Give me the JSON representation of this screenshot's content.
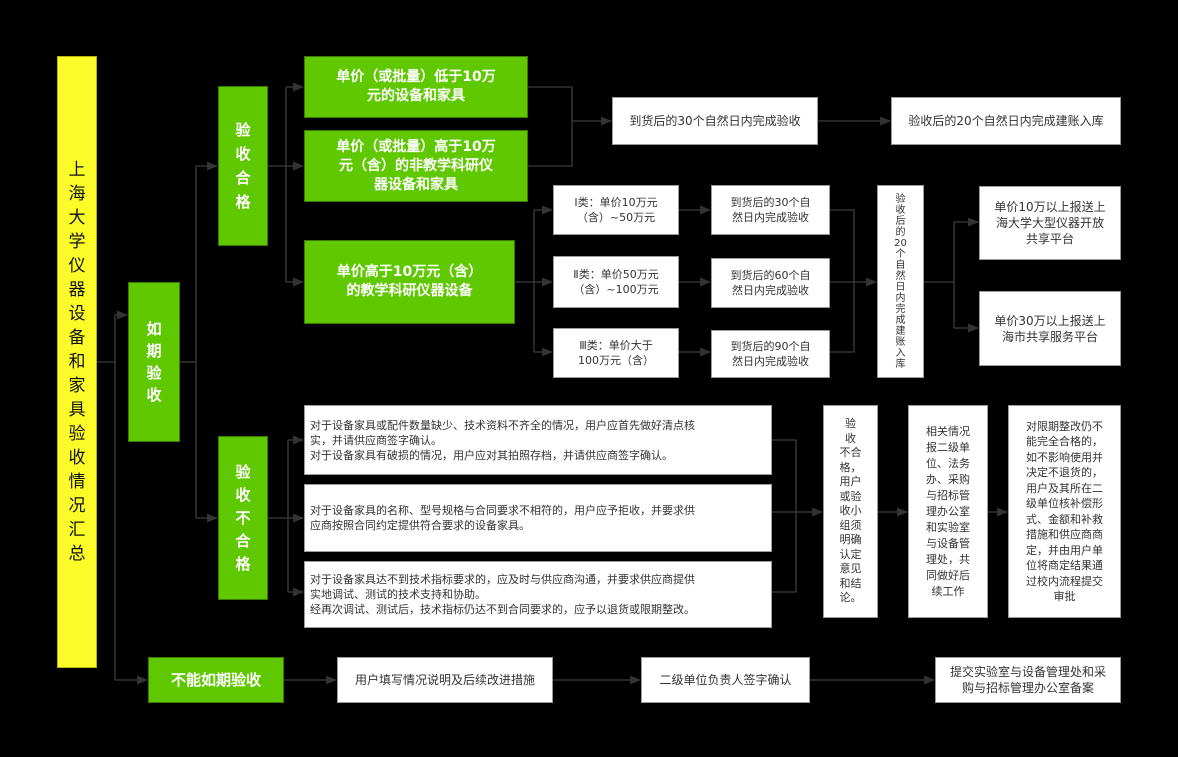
{
  "root": "上\n海\n大\n学\n仪\n器\n设\n备\n和\n家\n具\n验\n收\n情\n况\n汇\n总",
  "on_time": "如\n期\n验\n收",
  "pass": "验\n收\n合\n格",
  "fail": "验\n收\n不\n合\n格",
  "not_on_time": "不能如期验收",
  "cat1": "单价（或批量）低于10万\n元的设备和家具",
  "cat2": "单价（或批量）高于10万\n元（含）的非教学科研仪\n器设备和家具",
  "cat3": "单价高于10万元（含）\n的教学科研仪器设备",
  "accept30": "到货后的30个自然日内完成验收",
  "account20": "验收后的20个自然日内完成建账入库",
  "class1": "Ⅰ类：单价10万元\n（含）~50万元",
  "class2": "Ⅱ类：单价50万元\n（含）~100万元",
  "class3": "Ⅲ类：单价大于\n100万元（含）",
  "d30": "到货后的30个自\n然日内完成验收",
  "d60": "到货后的60个自\n然日内完成验收",
  "d90": "到货后的90个自\n然日内完成验收",
  "after20": "验\n收\n后\n的\n20\n个\n自\n然\n日\n内\n完\n成\n建\n账\n入\n库",
  "share10": "单价10万以上报送上\n海大学大型仪器开放\n共享平台",
  "share30": "单价30万以上报送上\n海市共享服务平台",
  "fail1": "对于设备家具或配件数量缺少、技术资料不齐全的情况，用户应首先做好清点核\n实，并请供应商签字确认。\n对于设备家具有破损的情况，用户应对其拍照存档，并请供应商签字确认。",
  "fail2": "对于设备家具的名称、型号规格与合同要求不相符的，用户应予拒收，并要求供\n应商按照合同约定提供符合要求的设备家具。",
  "fail3": "对于设备家具达不到技术指标要求的，应及时与供应商沟通，并要求供应商提供\n实地调试、测试的技术支持和协助。\n经再次调试、测试后，技术指标仍达不到合同要求的，应予以退货或限期整改。",
  "team": "验\n收\n不合\n格，\n用户\n或验\n收小\n组须\n明确\n认定\n意见\n和结\n论。",
  "office": "相关情况\n报二级单\n位、法务\n办、采购\n与招标管\n理办公室\n和实验室\n与设备管\n理处，共\n同做好后\n续工作",
  "rectify": "对限期整改仍不\n能完全合格的，\n如不影响使用并\n决定不退货的，\n用户及其所在二\n级单位核补偿形\n式、金额和补救\n措施和供应商商\n定，并由用户单\n位将商定结果通\n过校内流程提交\n审批",
  "explain": "用户填写情况说明及后续改进措施",
  "sign": "二级单位负责人签字确认",
  "archive": "提交实验室与设备管理处和采\n购与招标管理办公室备案"
}
